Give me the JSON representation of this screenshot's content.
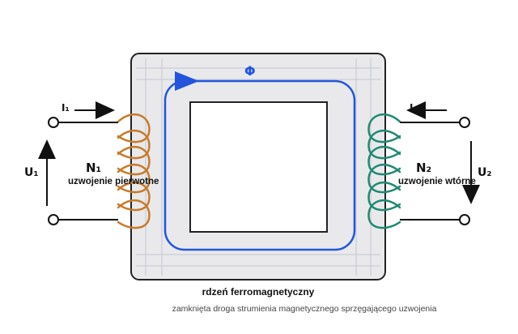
{
  "colors": {
    "core_fill": "#e9e9ec",
    "core_stroke": "#222222",
    "grid": "#c2c8d0",
    "flux": "#2255dd",
    "primary_coil": "#c87a2a",
    "secondary_coil": "#1e8a74",
    "wire": "#111111"
  },
  "labels": {
    "flux": "Φ",
    "i1": "I₁",
    "i2": "I₂",
    "u1": "U₁",
    "u2": "U₂",
    "n1": "N₁",
    "n2": "N₂",
    "primary_winding": "uzwojenie pierwotne",
    "secondary_winding": "uzwojenie wtórne",
    "core": "rdzeń ferromagnetyczny",
    "caption": "zamknięta droga strumienia magnetycznego sprzęgającego uzwojenia"
  }
}
